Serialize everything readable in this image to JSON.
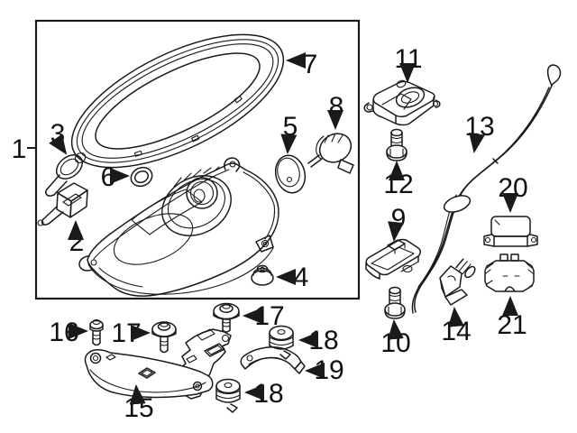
{
  "diagram": {
    "kind": "exploded-parts-diagram",
    "background_color": "#ffffff",
    "line_color": "#1a1a1a",
    "callouts": [
      {
        "label": "1"
      },
      {
        "label": "2"
      },
      {
        "label": "3"
      },
      {
        "label": "4"
      },
      {
        "label": "5"
      },
      {
        "label": "6"
      },
      {
        "label": "7"
      },
      {
        "label": "8"
      },
      {
        "label": "9"
      },
      {
        "label": "10"
      },
      {
        "label": "11"
      },
      {
        "label": "12"
      },
      {
        "label": "13"
      },
      {
        "label": "14"
      },
      {
        "label": "15"
      },
      {
        "label": "16"
      },
      {
        "label": "17"
      },
      {
        "label": "17"
      },
      {
        "label": "18"
      },
      {
        "label": "18"
      },
      {
        "label": "19"
      },
      {
        "label": "20"
      },
      {
        "label": "21"
      }
    ]
  }
}
